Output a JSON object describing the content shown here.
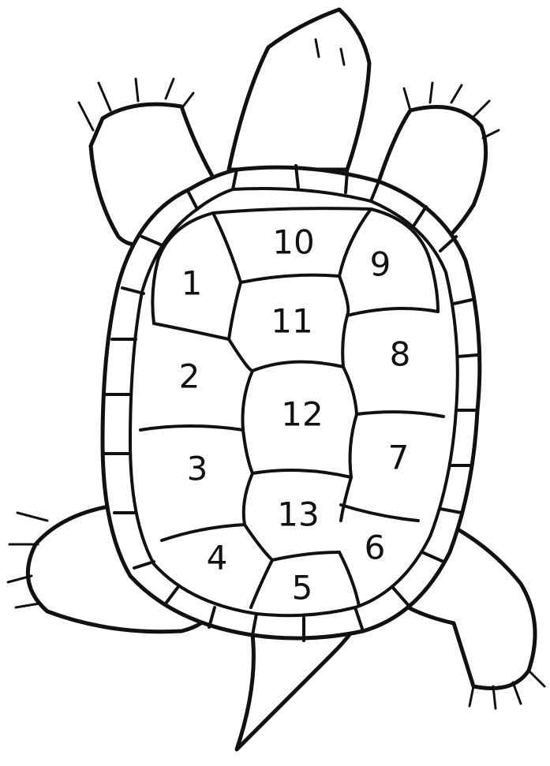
{
  "scutes": [
    {
      "id": "scute-1",
      "label": "1"
    },
    {
      "id": "scute-2",
      "label": "2"
    },
    {
      "id": "scute-3",
      "label": "3"
    },
    {
      "id": "scute-4",
      "label": "4"
    },
    {
      "id": "scute-5",
      "label": "5"
    },
    {
      "id": "scute-6",
      "label": "6"
    },
    {
      "id": "scute-7",
      "label": "7"
    },
    {
      "id": "scute-8",
      "label": "8"
    },
    {
      "id": "scute-9",
      "label": "9"
    },
    {
      "id": "scute-10",
      "label": "10"
    },
    {
      "id": "scute-11",
      "label": "11"
    },
    {
      "id": "scute-12",
      "label": "12"
    },
    {
      "id": "scute-13",
      "label": "13"
    }
  ],
  "colors": {
    "ink": "#111111",
    "background": "#ffffff"
  }
}
